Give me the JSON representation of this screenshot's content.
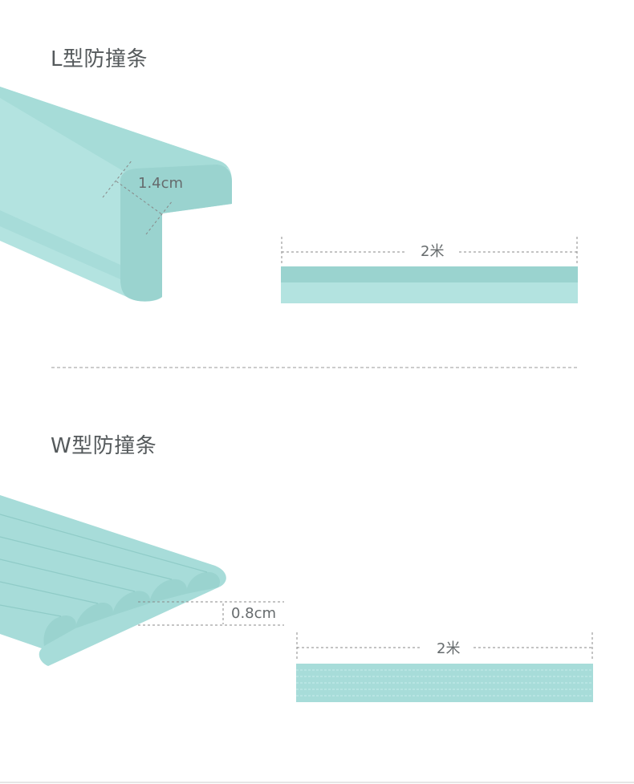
{
  "sections": [
    {
      "title": "L型防撞条",
      "thickness_label": "1.4cm",
      "length_label": "2米"
    },
    {
      "title": "W型防撞条",
      "thickness_label": "0.8cm",
      "length_label": "2米"
    }
  ],
  "colors": {
    "strip_light": "#b3e3e0",
    "strip_dark": "#9ad3cf",
    "strip_mid": "#a7dcd9",
    "dim_line": "#888888",
    "title_text": "#555a5c",
    "divider": "#9a9a9a"
  }
}
